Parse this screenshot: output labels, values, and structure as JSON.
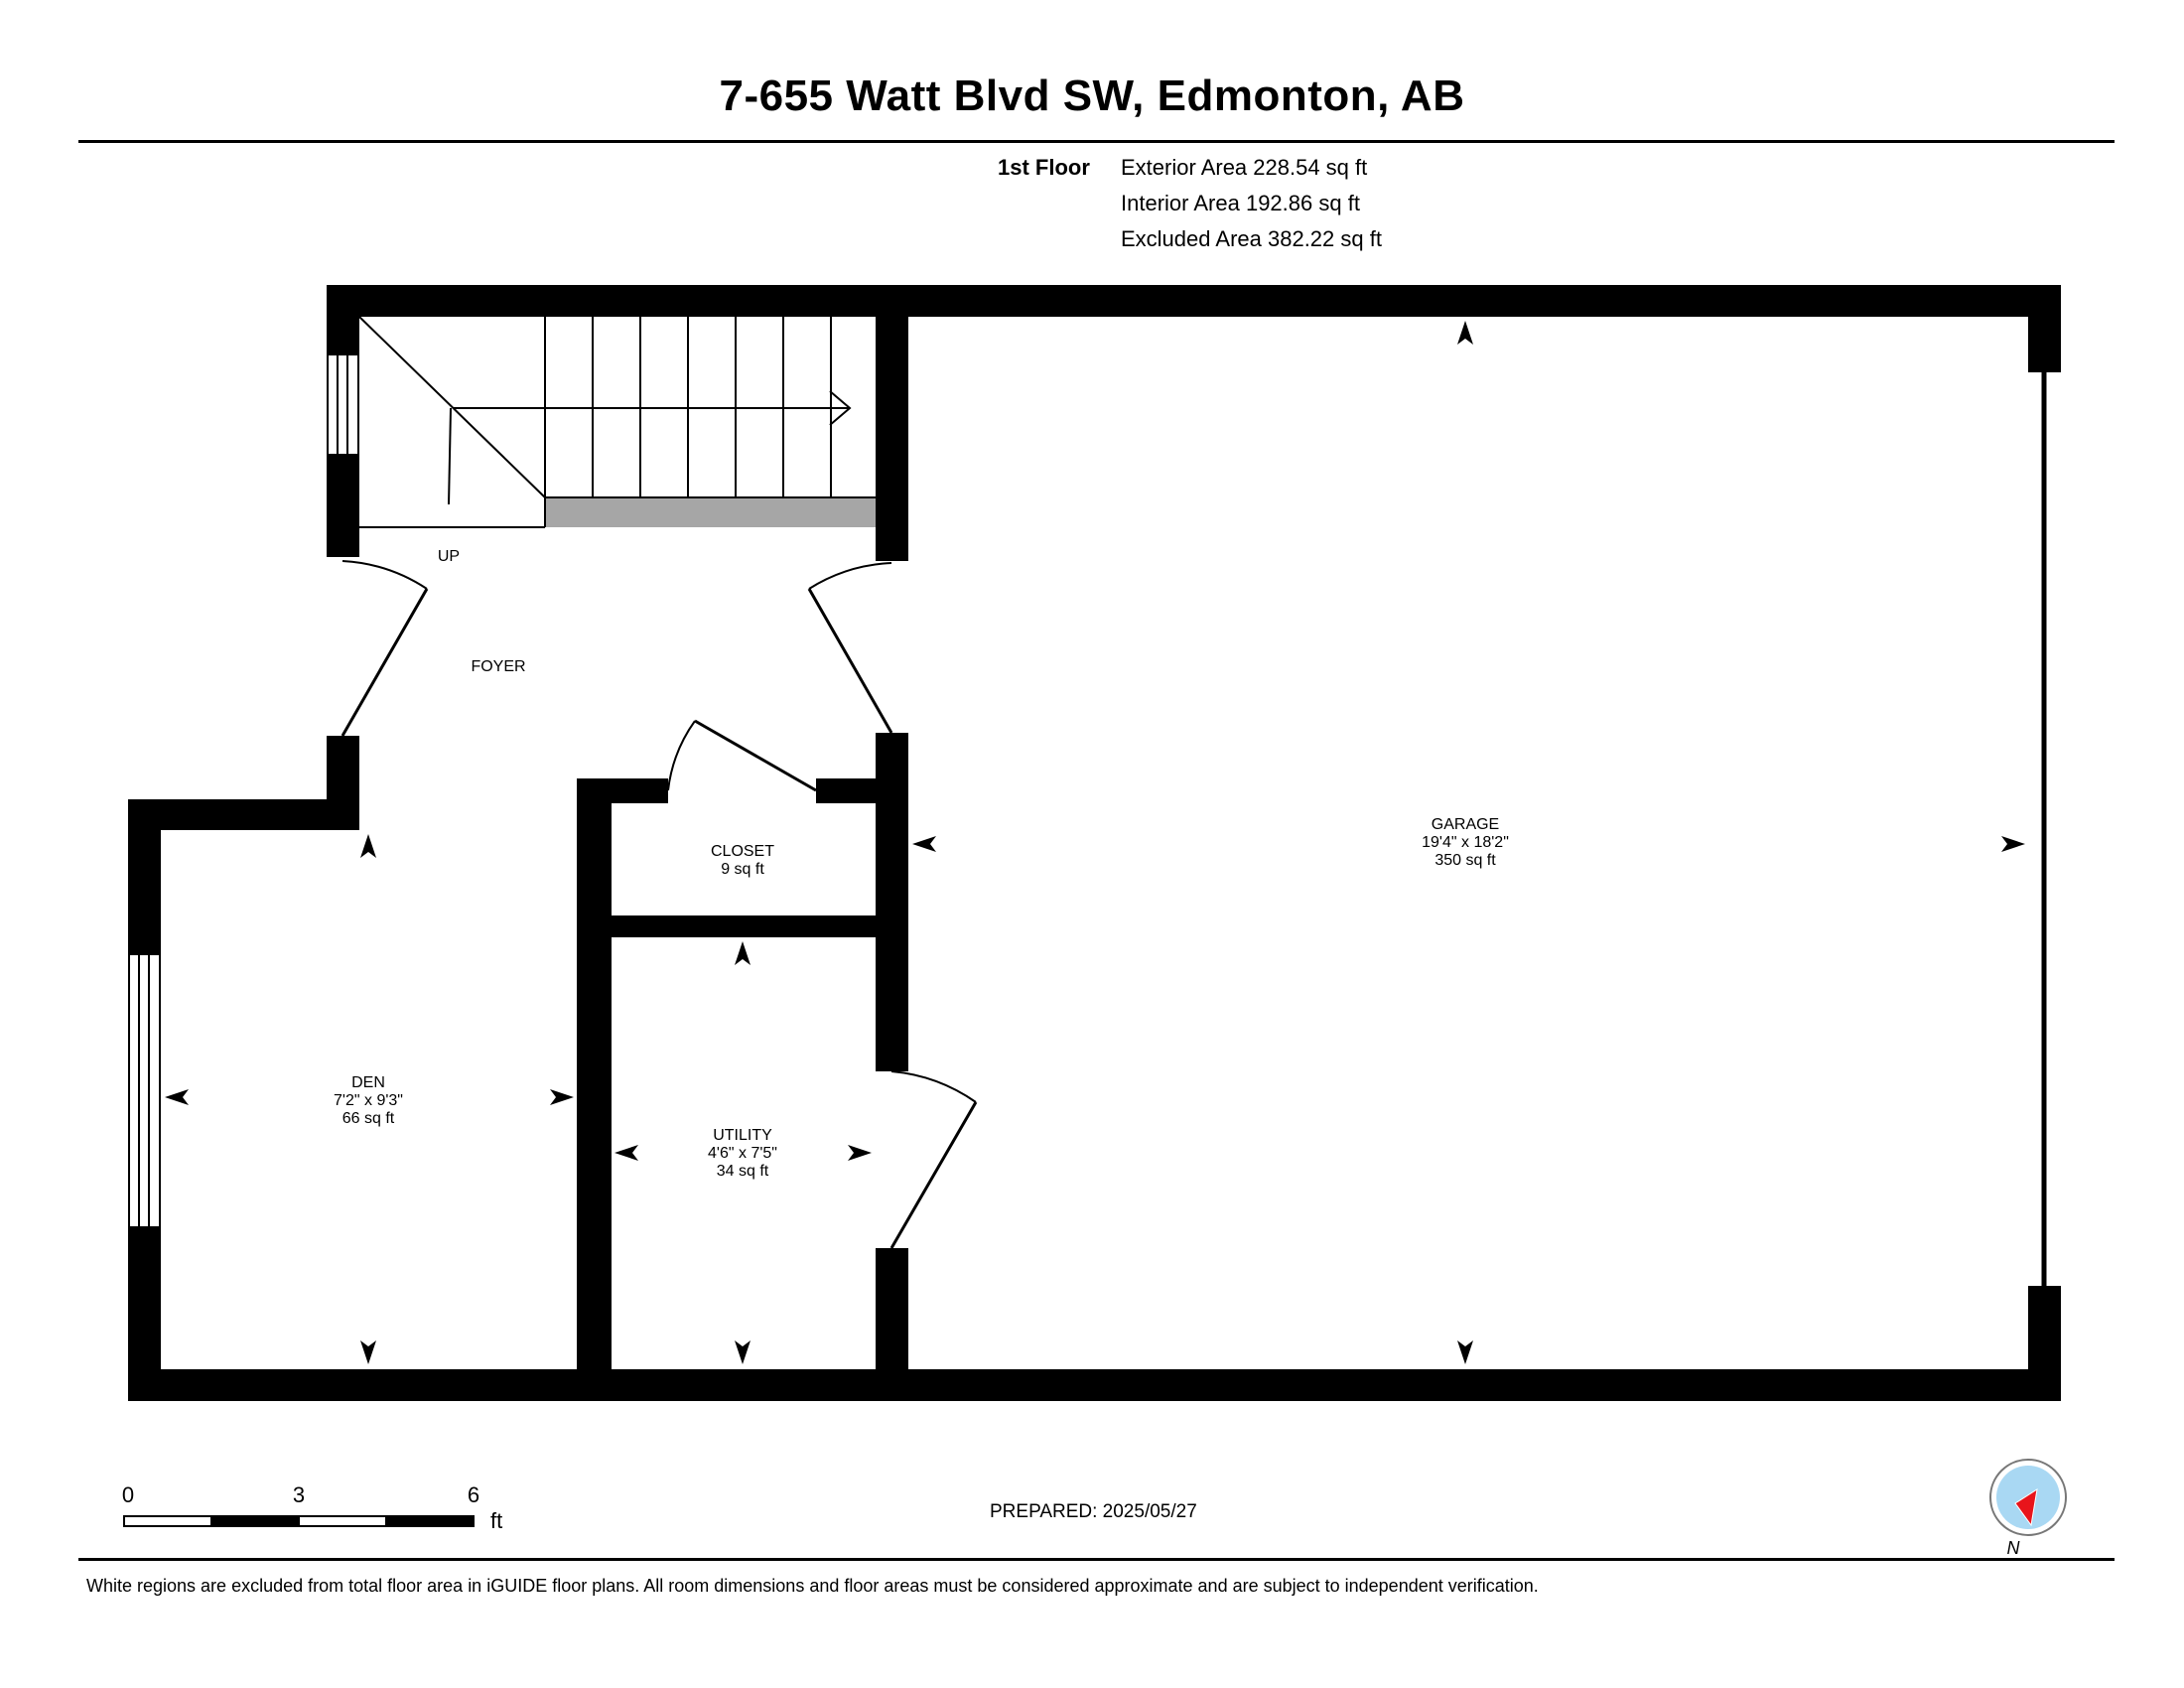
{
  "header": {
    "address": "7-655 Watt Blvd SW, Edmonton, AB"
  },
  "floor": {
    "name": "1st Floor",
    "exterior_area": "Exterior Area 228.54 sq ft",
    "interior_area": "Interior Area 192.86 sq ft",
    "excluded_area": "Excluded Area 382.22 sq ft"
  },
  "rooms": {
    "foyer": {
      "name": "FOYER"
    },
    "stairs": {
      "label": "UP"
    },
    "closet": {
      "name": "CLOSET",
      "area": "9 sq ft"
    },
    "den": {
      "name": "DEN",
      "dims": "7'2\" x 9'3\"",
      "area": "66 sq ft"
    },
    "utility": {
      "name": "UTILITY",
      "dims": "4'6\" x 7'5\"",
      "area": "34 sq ft"
    },
    "garage": {
      "name": "GARAGE",
      "dims": "19'4\" x 18'2\"",
      "area": "350 sq ft"
    }
  },
  "scale_bar": {
    "tick_0": "0",
    "tick_3": "3",
    "tick_6": "6",
    "unit": "ft"
  },
  "compass": {
    "label": "N"
  },
  "prepared": "PREPARED: 2025/05/27",
  "footer": {
    "disclaimer": "White regions are excluded from total floor area in iGUIDE floor plans. All room dimensions and floor areas must be considered approximate and are subject to independent verification."
  },
  "colors": {
    "wall": "#000000",
    "stair_landing": "#a6a6a6",
    "compass_face": "#a9d8f3",
    "compass_needle": "#e8141b"
  }
}
